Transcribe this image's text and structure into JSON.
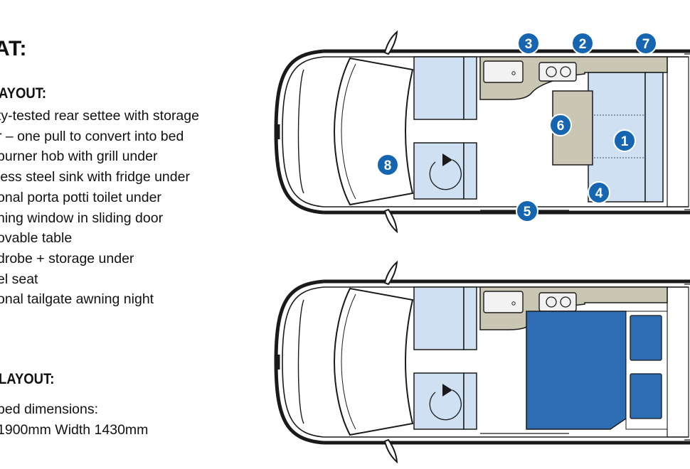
{
  "title": "AT:",
  "day_layout": {
    "heading": "AYOUT:",
    "items": [
      "ty-tested rear settee with storage",
      "r – one pull to convert into bed",
      "burner hob with grill under",
      "less steel sink with fridge under",
      "onal porta potti toilet under",
      "ning window in sliding door",
      "ovable table",
      "drobe + storage under",
      "el seat",
      "onal tailgate awning night"
    ]
  },
  "night_layout": {
    "heading": "LAYOUT:",
    "items": [
      " bed dimensions:",
      "1900mm Width 1430mm"
    ]
  },
  "badges": [
    "1",
    "2",
    "3",
    "4",
    "5",
    "6",
    "7",
    "8"
  ],
  "colors": {
    "badge_blue": "#1565b0",
    "seat_fill": "#cfe0f3",
    "counter_fill": "#c9c7b3",
    "bed_fill": "#2e6db4",
    "outline": "#1a1a1a"
  }
}
